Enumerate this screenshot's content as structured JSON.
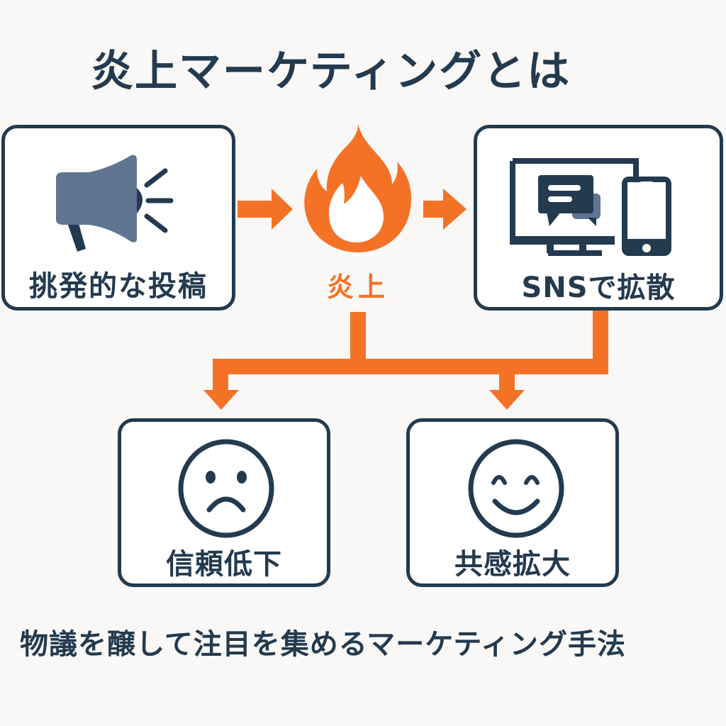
{
  "title": "炎上マーケティングとは",
  "colors": {
    "accent": "#f47226",
    "dark": "#233a4f",
    "icon_gray": "#5f7591",
    "background": "#f9f8f6",
    "box_fill": "#ffffff"
  },
  "flow": {
    "step1": {
      "label": "挑発的な投稿",
      "icon": "megaphone-icon"
    },
    "step2": {
      "label": "炎上",
      "icon": "fire-icon"
    },
    "step3": {
      "label": "SNSで拡散",
      "icon": "devices-chat-icon"
    }
  },
  "outcomes": {
    "negative": {
      "label": "信頼低下",
      "icon": "sad-face-icon"
    },
    "positive": {
      "label": "共感拡大",
      "icon": "smile-face-icon"
    }
  },
  "footer": "物議を醸して注目を集めるマーケティング手法"
}
